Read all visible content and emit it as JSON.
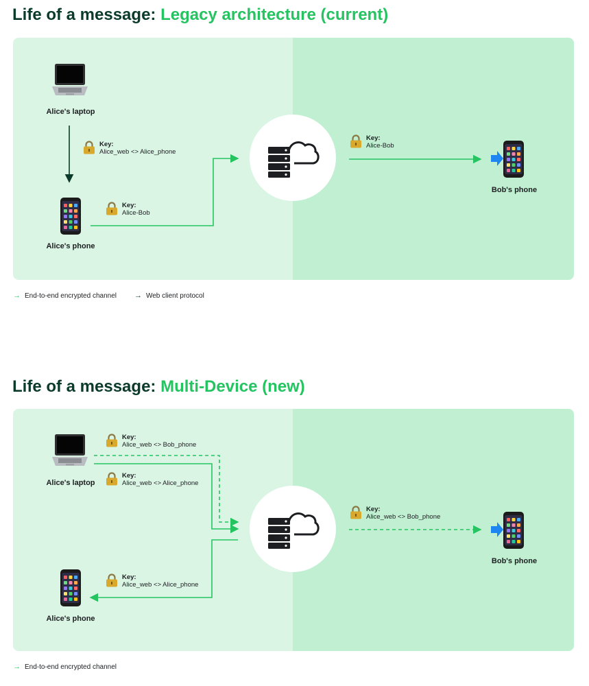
{
  "colors": {
    "green": "#25c461",
    "dark": "#0b3b2a",
    "panel_left": "#dbf5e5",
    "panel_right": "#c0f0d1"
  },
  "diagram1": {
    "title_prefix": "Life of a message: ",
    "title_highlight": "Legacy architecture (current)",
    "alice_laptop": "Alice's laptop",
    "alice_phone": "Alice's phone",
    "bob_phone": "Bob's phone",
    "key_laptop_phone": {
      "title": "Key:",
      "value": "Alice_web <> Alice_phone"
    },
    "key_phone_server": {
      "title": "Key:",
      "value": "Alice-Bob"
    },
    "key_server_bob": {
      "title": "Key:",
      "value": "Alice-Bob"
    },
    "legend": {
      "e2e": "End-to-end encrypted channel",
      "web": "Web client protocol"
    }
  },
  "diagram2": {
    "title_prefix": "Life of a message: ",
    "title_highlight": "Multi-Device (new)",
    "alice_laptop": "Alice's laptop",
    "alice_phone": "Alice's phone",
    "bob_phone": "Bob's phone",
    "key_laptop_bob": {
      "title": "Key:",
      "value": "Alice_web <> Bob_phone"
    },
    "key_laptop_alice": {
      "title": "Key:",
      "value": "Alice_web <> Alice_phone"
    },
    "key_server_alicephone": {
      "title": "Key:",
      "value": "Alice_web <> Alice_phone"
    },
    "key_server_bob": {
      "title": "Key:",
      "value": "Alice_web <> Bob_phone"
    },
    "legend": {
      "e2e": "End-to-end encrypted channel"
    }
  }
}
